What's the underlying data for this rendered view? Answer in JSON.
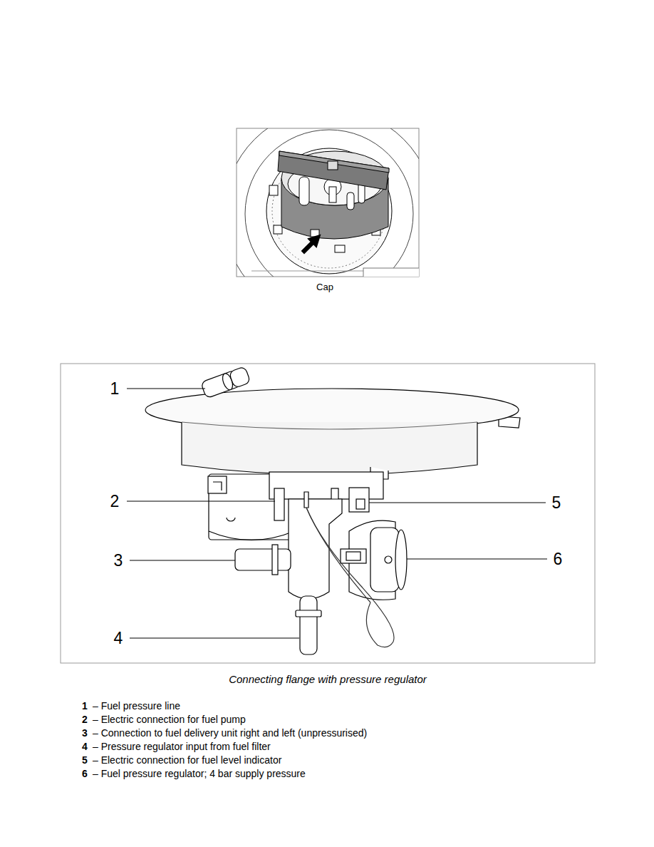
{
  "diagram": {
    "caption": "Connecting flange with pressure regulator",
    "labels": [
      "Cap",
      "1",
      "2",
      "3",
      "4",
      "5",
      "6",
      "1",
      "– Fuel pressure line",
      "2",
      "– Electric connection for fuel pump",
      "3",
      "– Connection to fuel delivery unit right and left (unpressurised)",
      "4",
      "– Pressure regulator input from fuel filter",
      "5",
      "– Electric connection for fuel level indicator",
      "6",
      "– Fuel pressure regulator; 4 bar supply pressure"
    ]
  }
}
